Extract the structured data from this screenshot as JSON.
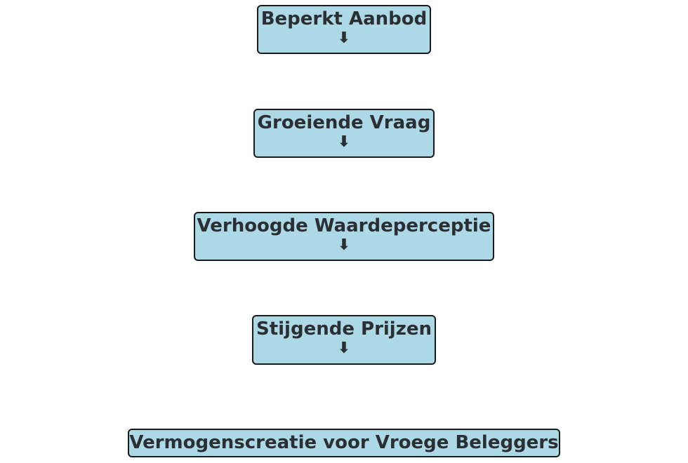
{
  "diagram": {
    "steps": [
      {
        "label": "Beperkt Aanbod",
        "arrow": "⬇"
      },
      {
        "label": "Groeiende Vraag",
        "arrow": "⬇"
      },
      {
        "label": "Verhoogde Waardeperceptie",
        "arrow": "⬇"
      },
      {
        "label": "Stijgende Prijzen",
        "arrow": "⬇"
      },
      {
        "label": "Vermogenscreatie voor Vroege Beleggers"
      }
    ]
  },
  "colors": {
    "box_fill": "#add8e6",
    "box_border": "#1a1a1a",
    "text": "#2b2f33",
    "background": "#ffffff"
  }
}
